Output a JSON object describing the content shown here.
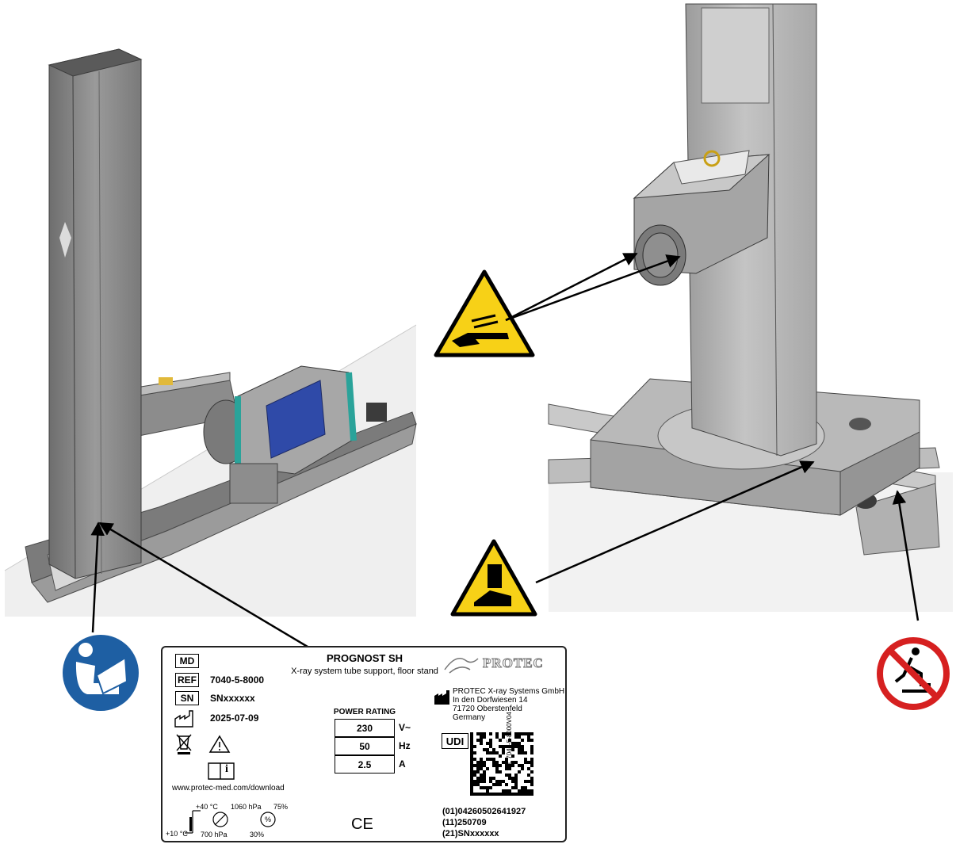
{
  "label": {
    "title": "PROGNOST SH",
    "md": "MD",
    "ref_tag": "REF",
    "ref_value": "7040-5-8000",
    "sn_tag": "SN",
    "sn_value": "SNxxxxxx",
    "date": "2025-07-09",
    "description": "X-ray system tube support, floor stand",
    "power_rating_title": "POWER RATING",
    "power_rating": [
      {
        "value": "230",
        "unit": "V~"
      },
      {
        "value": "50",
        "unit": "Hz"
      },
      {
        "value": "2.5",
        "unit": "A"
      }
    ],
    "brand": "PROTEC",
    "manufacturer_lines": [
      "PROTEC X-ray Systems GmbH",
      "In den Dorfwiesen 14",
      "71720 Oberstenfeld",
      "Germany"
    ],
    "udi_tag": "UDI",
    "udi_lines": [
      "(01)04260502641927",
      "(11)250709",
      "(21)SNxxxxxx"
    ],
    "download_url": "www.protec-med.com/download",
    "temp_high": "+40 °C",
    "temp_low": "+10 °C",
    "pressure_high": "1060 hPa",
    "pressure_low": "700 hPa",
    "humidity_high": "75%",
    "humidity_low": "30%",
    "ce_mark": "CE",
    "doc_code": "TL 7040-5-8000V04",
    "info_symbol": "i"
  },
  "icons": {
    "manual": "read-manual-icon",
    "hand_crush": "hand-crush-warning-icon",
    "foot_crush": "foot-crush-warning-icon",
    "no_step": "no-stepping-icon"
  },
  "colors": {
    "warning_yellow": "#f7d117",
    "mandatory_blue": "#1e5fa3",
    "prohibition_red": "#d62020",
    "machine_grey": "#8d8d8d",
    "screen_blue": "#2f4aa8",
    "teal_bracket": "#2aa39a"
  }
}
